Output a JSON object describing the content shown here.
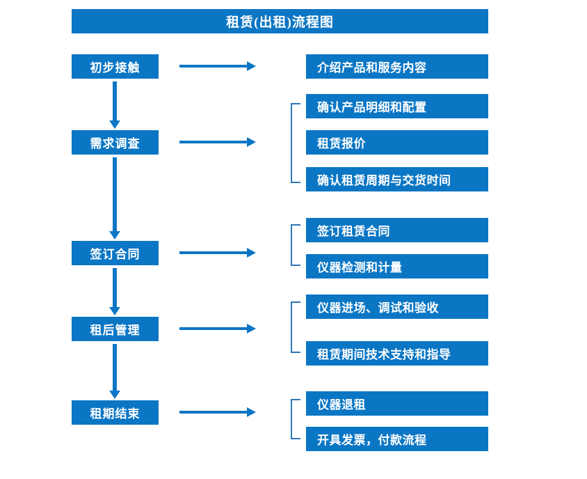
{
  "diagram": {
    "title": "租赁(出租)流程图",
    "accent_color": "#0B76C4",
    "bracket_color": "#2E76B8",
    "text_color": "#FFFFFF",
    "background_color": "#FFFFFF"
  },
  "stages": [
    {
      "id": "stage-1",
      "label": "初步接触",
      "details": [
        {
          "id": "detail-1-1",
          "label": "介绍产品和服务内容"
        }
      ],
      "has_bracket": false
    },
    {
      "id": "stage-2",
      "label": "需求调查",
      "details": [
        {
          "id": "detail-2-1",
          "label": "确认产品明细和配置"
        },
        {
          "id": "detail-2-2",
          "label": "租赁报价"
        },
        {
          "id": "detail-2-3",
          "label": "确认租赁周期与交货时间"
        }
      ],
      "has_bracket": true
    },
    {
      "id": "stage-3",
      "label": "签订合同",
      "details": [
        {
          "id": "detail-3-1",
          "label": "签订租赁合同"
        },
        {
          "id": "detail-3-2",
          "label": "仪器检测和计量"
        }
      ],
      "has_bracket": true
    },
    {
      "id": "stage-4",
      "label": "租后管理",
      "details": [
        {
          "id": "detail-4-1",
          "label": "仪器进场、调试和验收"
        },
        {
          "id": "detail-4-2",
          "label": "租赁期间技术支持和指导"
        }
      ],
      "has_bracket": true
    },
    {
      "id": "stage-5",
      "label": "租期结束",
      "details": [
        {
          "id": "detail-5-1",
          "label": "仪器退租"
        },
        {
          "id": "detail-5-2",
          "label": "开具发票，付款流程"
        }
      ],
      "has_bracket": true
    }
  ],
  "connectors": {
    "horizontal_arrow_count": 5,
    "vertical_arrow_count": 4,
    "arrow_direction_horizontal": "right",
    "arrow_direction_vertical": "down"
  }
}
